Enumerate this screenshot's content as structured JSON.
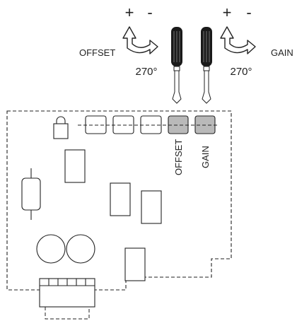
{
  "offset_adjust": {
    "plus": "+",
    "minus": "-",
    "label": "OFFSET",
    "rotation": "270°"
  },
  "gain_adjust": {
    "plus": "+",
    "minus": "-",
    "label": "GAIN",
    "rotation": "270°"
  },
  "board": {
    "offset_pot_label": "OFFSET",
    "gain_pot_label": "GAIN"
  },
  "colors": {
    "line": "#222222",
    "screwdriver": "#1a1a1a",
    "pot_fill": "#b9b9b9"
  }
}
